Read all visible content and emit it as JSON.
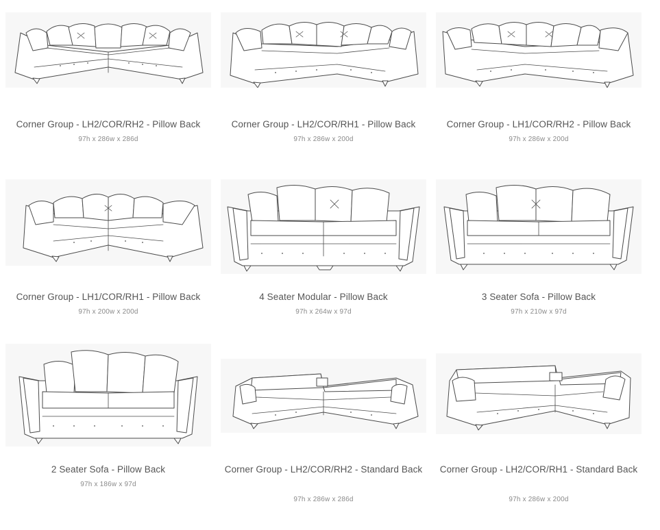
{
  "products": [
    {
      "title": "Corner Group - LH2/COR/RH2 - Pillow Back",
      "dims": "97h x 286w x 286d"
    },
    {
      "title": "Corner Group - LH2/COR/RH1 - Pillow Back",
      "dims": "97h x 286w x 200d"
    },
    {
      "title": "Corner Group - LH1/COR/RH2 - Pillow Back",
      "dims": "97h x 286w x 200d"
    },
    {
      "title": "Corner Group - LH1/COR/RH1 - Pillow Back",
      "dims": "97h x 200w x 200d"
    },
    {
      "title": "4 Seater Modular - Pillow Back",
      "dims": "97h x 264w x 97d"
    },
    {
      "title": "3 Seater Sofa - Pillow Back",
      "dims": "97h x 210w x 97d"
    },
    {
      "title": "2 Seater Sofa - Pillow Back",
      "dims": "97h x 186w x 97d"
    },
    {
      "title": "Corner Group - LH2/COR/RH2 - Standard Back",
      "dims": "97h x 286w x 286d"
    },
    {
      "title": "Corner Group - LH2/COR/RH1 - Standard Back",
      "dims": "97h x 286w x 200d"
    }
  ]
}
